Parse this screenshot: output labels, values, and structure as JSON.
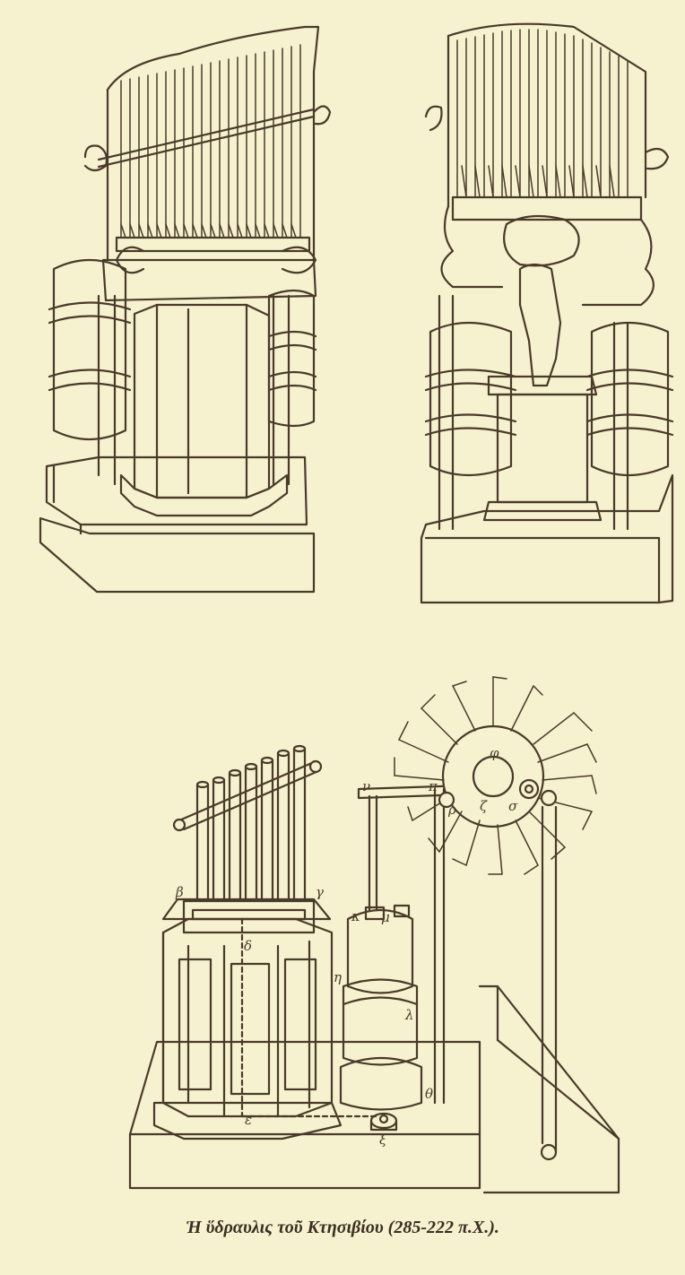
{
  "caption": "Ἡ ὕδραυλις τοῦ Κτησιβίου (285-222 π.Χ.).",
  "labels": {
    "beta": "β",
    "gamma": "γ",
    "delta": "δ",
    "epsilon": "ε",
    "kappa": "κ",
    "mu": "μ",
    "eta": "η",
    "lambda": "λ",
    "theta": "θ",
    "xi": "ξ",
    "phi": "φ",
    "pi": "π",
    "rho": "ρ",
    "sigma": "σ",
    "zeta": "ζ",
    "nu": "ν"
  }
}
